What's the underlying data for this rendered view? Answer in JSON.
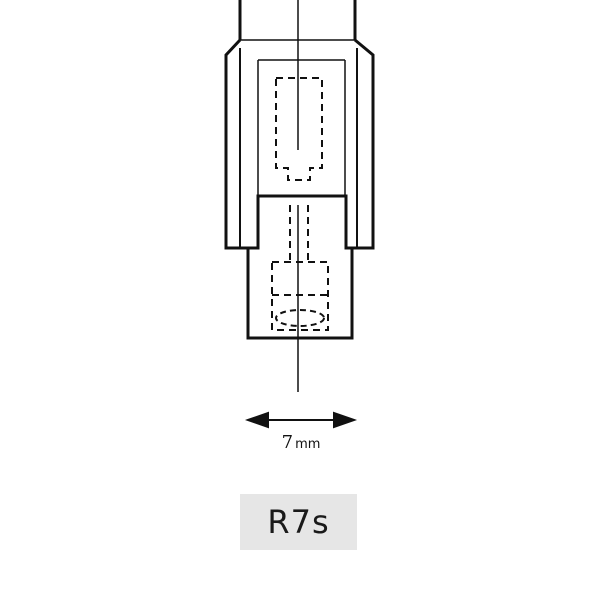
{
  "dimension": {
    "value": "7",
    "unit": "mm"
  },
  "base_type": "R7s",
  "colors": {
    "line": "#111111",
    "badge_bg": "#e6e6e6"
  }
}
